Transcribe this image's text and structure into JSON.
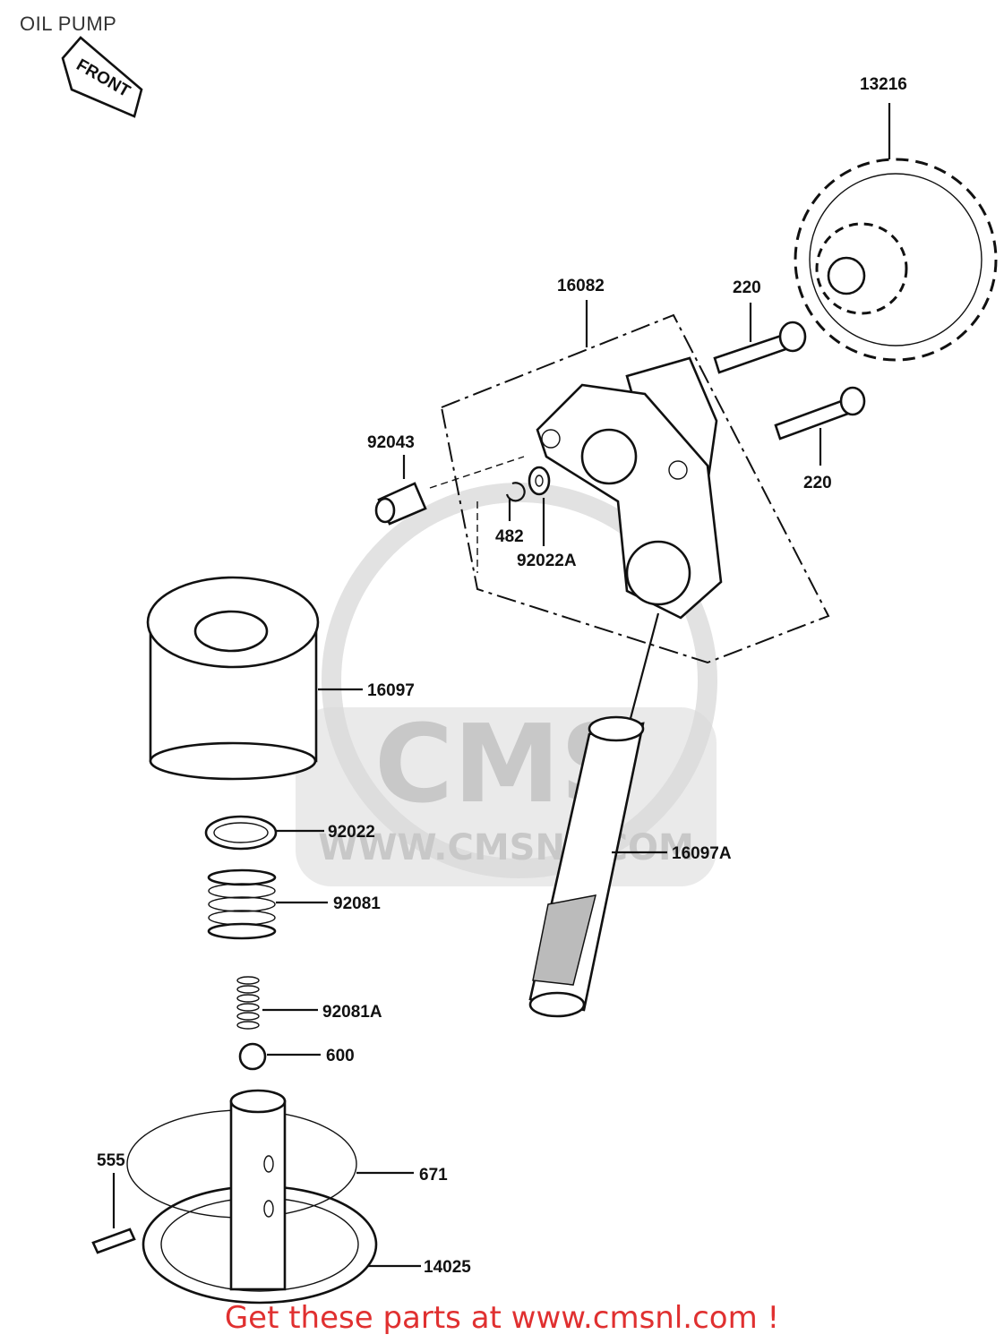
{
  "title": "OIL PUMP",
  "front_label": "FRONT",
  "watermark": {
    "brand": "CMS",
    "url": "WWW.CMSNL.COM"
  },
  "footer": "Get these parts at www.cmsnl.com !",
  "colors": {
    "footer": "#e03030",
    "lines": "#111111",
    "watermark": "#d9d9d9"
  },
  "parts": [
    {
      "ref": "13216"
    },
    {
      "ref": "16082"
    },
    {
      "ref": "220"
    },
    {
      "ref": "220"
    },
    {
      "ref": "92043"
    },
    {
      "ref": "482"
    },
    {
      "ref": "92022A"
    },
    {
      "ref": "16097"
    },
    {
      "ref": "92022"
    },
    {
      "ref": "16097A"
    },
    {
      "ref": "92081"
    },
    {
      "ref": "92081A"
    },
    {
      "ref": "600"
    },
    {
      "ref": "555"
    },
    {
      "ref": "671"
    },
    {
      "ref": "14025"
    }
  ]
}
